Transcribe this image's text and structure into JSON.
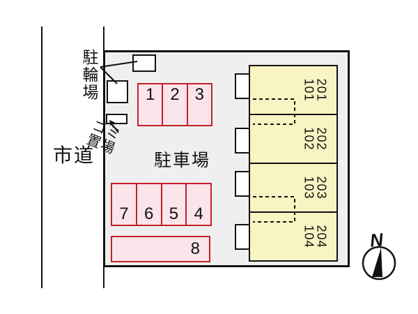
{
  "diagram": {
    "road_label": "市道",
    "bicycle_parking_label": "駐輪場",
    "garbage_label": [
      "ゴミ",
      "置場"
    ],
    "parking_lot_label": "駐車場",
    "compass_label": "N"
  },
  "parking_spaces": {
    "top_row": [
      "1",
      "2",
      "3"
    ],
    "bottom_row": [
      "7",
      "6",
      "5",
      "4"
    ],
    "wide_space": "8"
  },
  "building": {
    "units": [
      {
        "upper": "201",
        "lower": "101"
      },
      {
        "upper": "202",
        "lower": "102"
      },
      {
        "upper": "203",
        "lower": "103"
      },
      {
        "upper": "204",
        "lower": "104"
      }
    ]
  },
  "colors": {
    "parking_fill": "#fbe4ea",
    "parking_border": "#c0202a",
    "building_fill": "#f9f4c3",
    "site_fill": "#efefef",
    "line_color": "#111111"
  }
}
